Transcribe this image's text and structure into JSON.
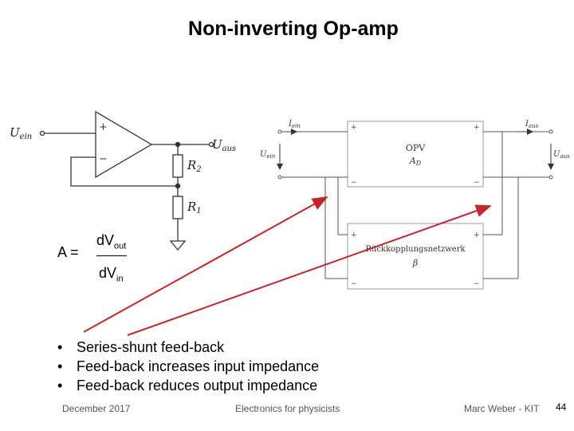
{
  "slide": {
    "title": "Non-inverting Op-amp"
  },
  "circuit": {
    "input_label": "U",
    "input_sub": "ein",
    "output_label": "U",
    "output_sub": "aus",
    "r2_label": "R",
    "r2_sub": "2",
    "r1_label": "R",
    "r1_sub": "1",
    "plus_sign": "+",
    "minus_sign": "−"
  },
  "block_diagram": {
    "i_in_label": "I",
    "i_in_sub": "ein",
    "i_out_label": "I",
    "i_out_sub": "aus",
    "u_in_label": "U",
    "u_in_sub": "ein",
    "u_out_label": "U",
    "u_out_sub": "aus",
    "opv_label": "OPV",
    "ad_label": "A",
    "ad_sub": "D",
    "feedback_label": "Rückkopplungsnetzwerk",
    "beta_label": "β"
  },
  "formula": {
    "lhs": "A =",
    "num_main": "d",
    "num_v": "V",
    "num_sub": "out",
    "den_main": "d",
    "den_v": "V",
    "den_sub": "in"
  },
  "bullets": [
    "Series-shunt feed-back",
    "Feed-back increases input impedance",
    "Feed-back reduces output impedance"
  ],
  "footer": {
    "date": "December 2017",
    "course": "Electronics for physicists",
    "author": "Marc Weber - KIT",
    "page": "44"
  },
  "colors": {
    "arrow": "#c0282d",
    "wire": "#333333",
    "box_border": "#999999"
  }
}
